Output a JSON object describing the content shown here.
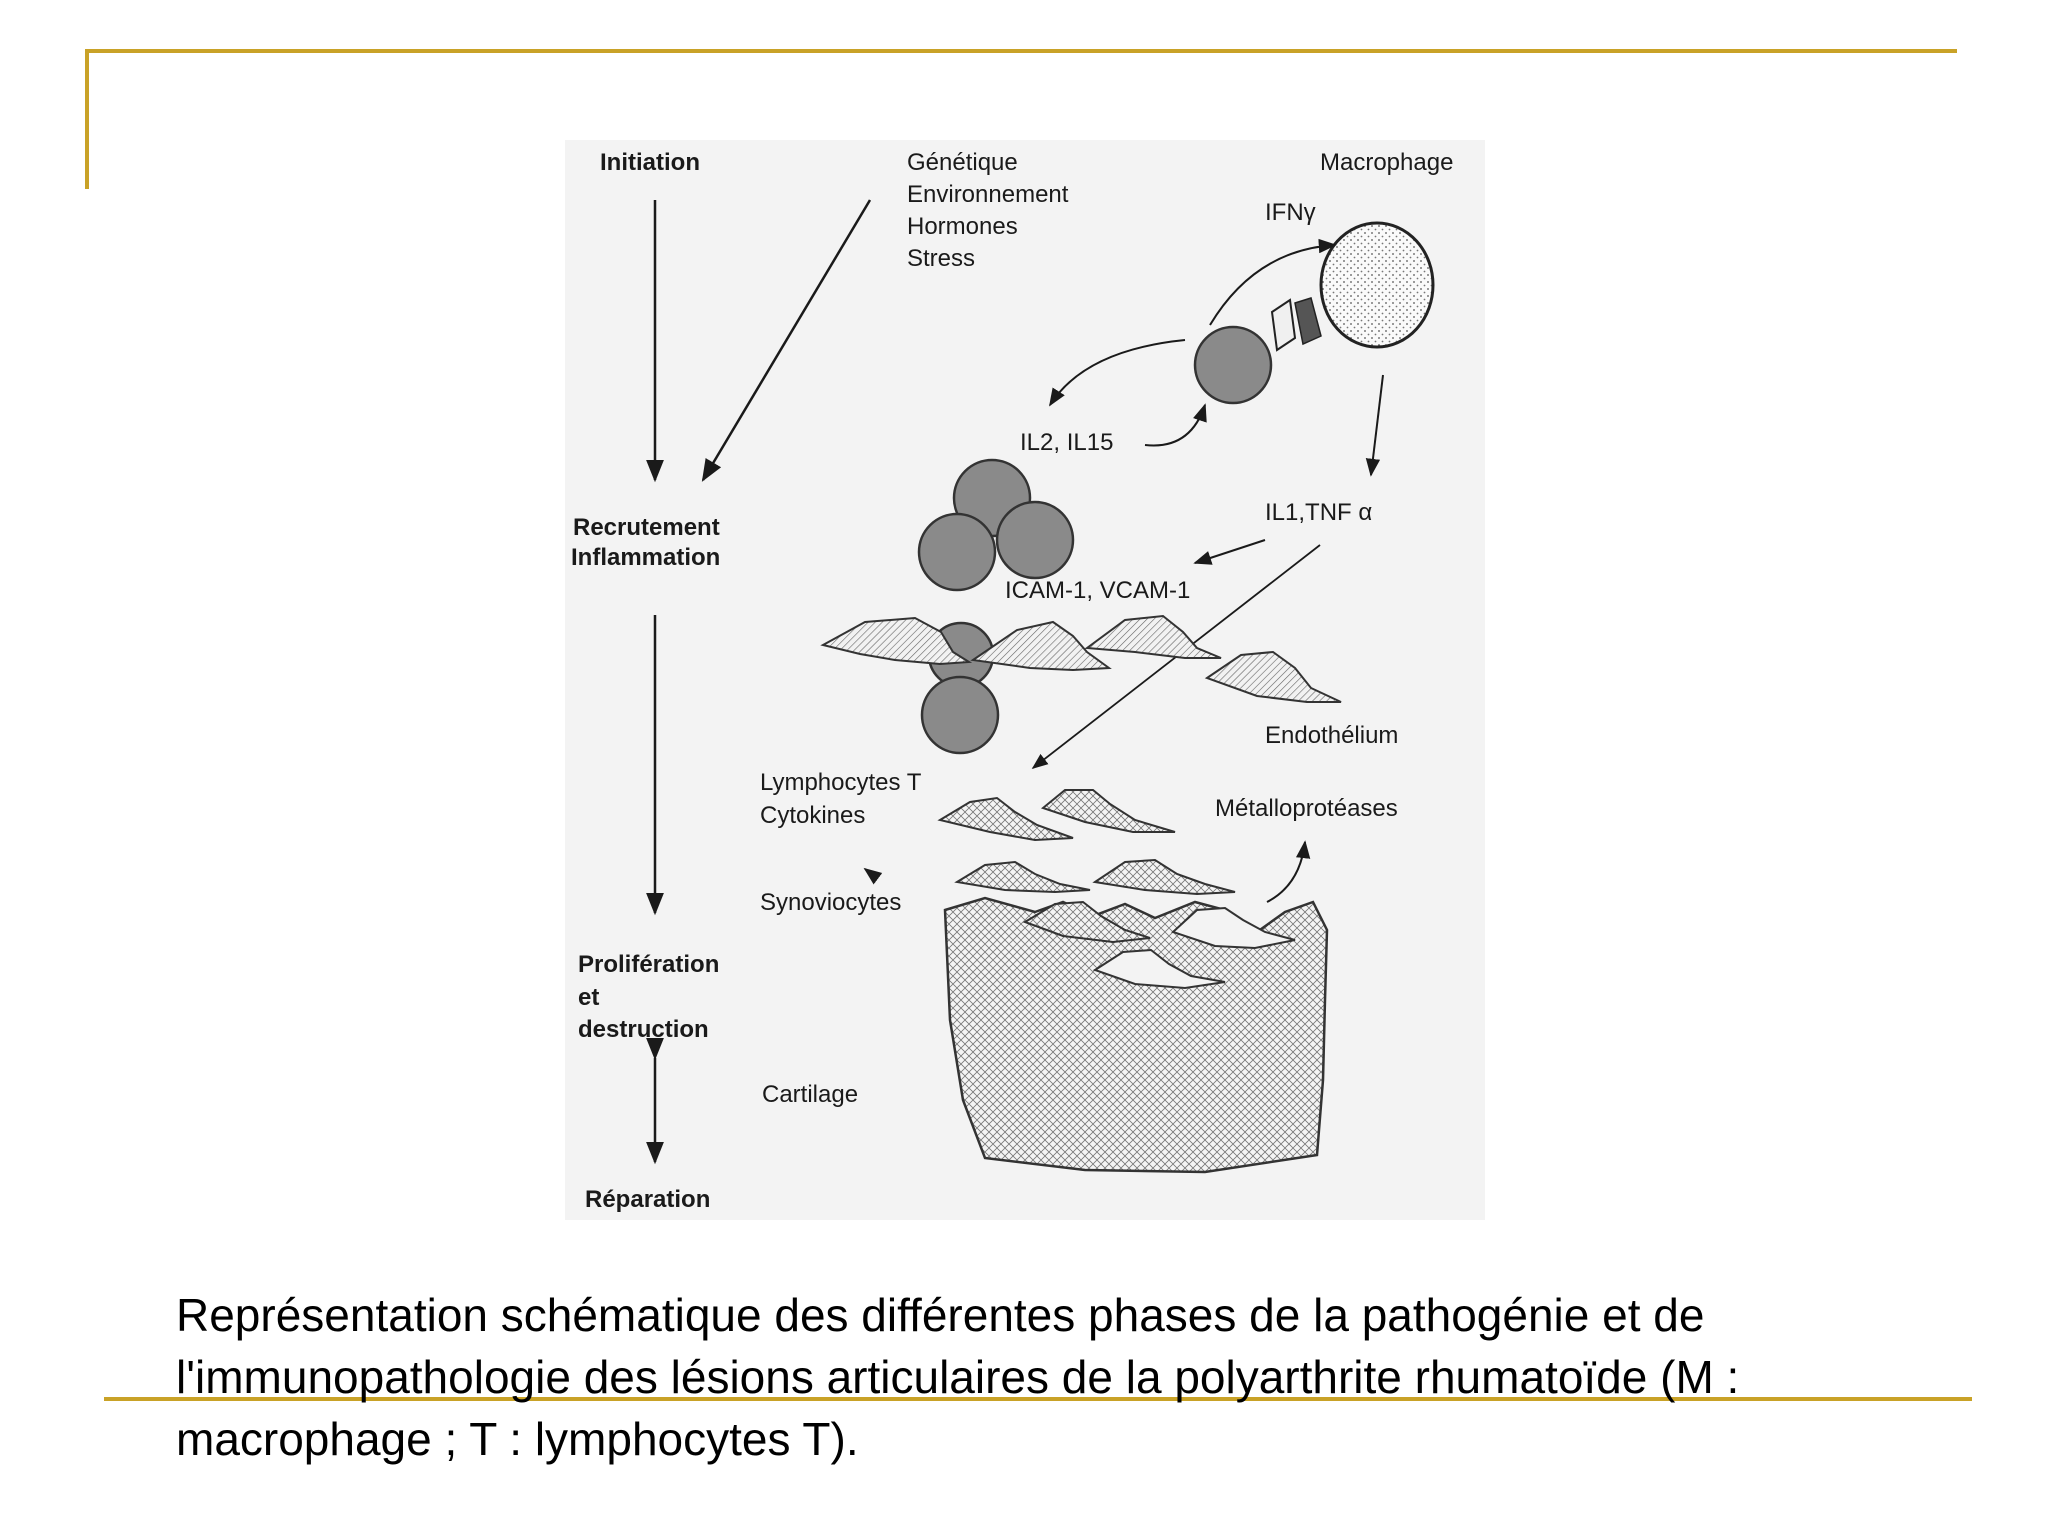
{
  "slide": {
    "accent_color": "#c9a227",
    "caption_lines": [
      "Représentation schématique des différentes phases de la pathogénie et de",
      "l'immunopathologie des lésions articulaires de la polyarthrite rhumatoïde (M :",
      "macrophage ; T : lymphocytes T)."
    ]
  },
  "diagram": {
    "phases": {
      "initiation": "Initiation",
      "recrutement": "Recrutement",
      "inflammation": "Inflammation",
      "proliferation": "Prolifération",
      "et": "et",
      "destruction": "destruction",
      "reparation": "Réparation"
    },
    "factors": [
      "Génétique",
      "Environnement",
      "Hormones",
      "Stress"
    ],
    "labels": {
      "macrophage": "Macrophage",
      "ifn": "IFNγ",
      "il2_il15": "IL2, IL15",
      "il1_tnf": "IL1,TNF α",
      "icam": "ICAM-1, VCAM-1",
      "endothelium": "Endothélium",
      "lymphocytes_t": "Lymphocytes T",
      "cytokines": "Cytokines",
      "metalloproteases": "Métalloprotéases",
      "synoviocytes": "Synoviocytes",
      "cartilage": "Cartilage"
    },
    "colors": {
      "panel_background": "#f3f3f3",
      "lymphocyte_fill": "#8a8a8a",
      "line": "#1a1a1a"
    }
  }
}
